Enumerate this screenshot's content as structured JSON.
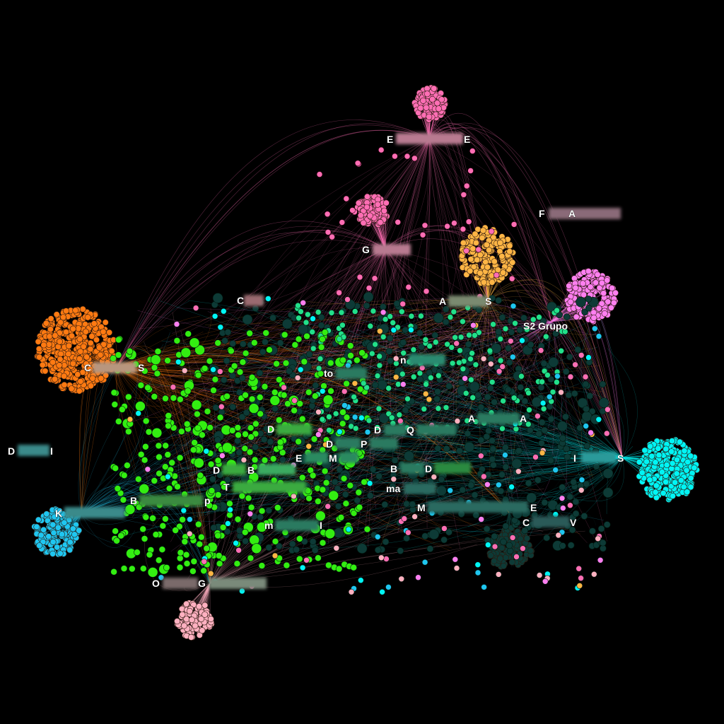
{
  "graph": {
    "background": "#000000",
    "communities": [
      {
        "id": "pink-top",
        "color": "#ff6eb4"
      },
      {
        "id": "pink-g",
        "color": "#ff6eb4"
      },
      {
        "id": "orange",
        "color": "#ff7a12"
      },
      {
        "id": "yellow",
        "color": "#ffb545"
      },
      {
        "id": "magenta",
        "color": "#ff7ff0"
      },
      {
        "id": "cyan-right",
        "color": "#00f5f5"
      },
      {
        "id": "blue-left",
        "color": "#1fc6f0"
      },
      {
        "id": "light-pink",
        "color": "#ffb0c0"
      },
      {
        "id": "dark-teal",
        "color": "#0d3a36"
      },
      {
        "id": "bright-green",
        "color": "#33ee11"
      },
      {
        "id": "mint",
        "color": "#22e08a"
      }
    ],
    "labels": {
      "l01": {
        "a": "E",
        "b": "E"
      },
      "l02": {
        "a": "F",
        "b": "A"
      },
      "l03": {
        "a": "G"
      },
      "l04": {
        "a": "A",
        "b": "S"
      },
      "l05": {
        "a": "S2 Grupo"
      },
      "l06": {
        "a": "C"
      },
      "l07": {
        "a": "C",
        "b": "S"
      },
      "l08": {
        "a": "to"
      },
      "l09": {
        "a": "n"
      },
      "l10": {
        "a": "D"
      },
      "l11": {
        "a": "D",
        "b": "Q"
      },
      "l12": {
        "a": "A",
        "b": "A"
      },
      "l13": {
        "a": "D",
        "b": "I"
      },
      "l14": {
        "a": "D",
        "b": "P"
      },
      "l15": {
        "a": "E",
        "b": "M"
      },
      "l16": {
        "a": "I",
        "b": "S"
      },
      "l17": {
        "a": "D",
        "b": "B"
      },
      "l18": {
        "a": "B",
        "b": "D"
      },
      "l19": {
        "a": "T"
      },
      "l20": {
        "a": "ma"
      },
      "l21": {
        "a": "K"
      },
      "l22": {
        "a": "B",
        "b": "p"
      },
      "l23": {
        "a": "M",
        "b": "E"
      },
      "l24": {
        "a": "m",
        "b": "I"
      },
      "l25": {
        "a": "C",
        "b": "V"
      },
      "l26": {
        "a": "O",
        "b": "G"
      }
    }
  }
}
